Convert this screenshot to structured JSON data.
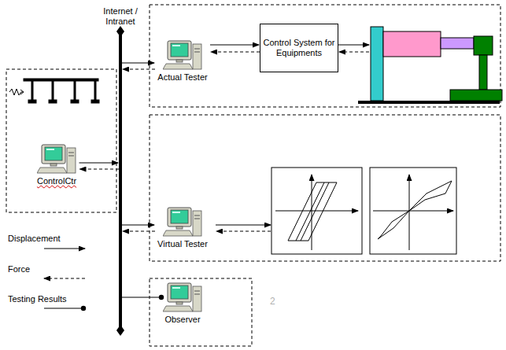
{
  "diagram": {
    "nodes": [
      {
        "text": [
          "Internet / Intranet"
        ]
      },
      {
        "text": [
          "ControlCtr"
        ]
      },
      {
        "text": [
          "Actual Tester"
        ]
      },
      {
        "text": [
          "Control System for Equipments"
        ]
      },
      {
        "text": [
          "Virtual Tester"
        ]
      },
      {
        "text": [
          "Observer"
        ]
      }
    ],
    "edges": [
      {
        "from": 1,
        "to": 0,
        "arrow": "to"
      },
      {
        "from": 0,
        "to": 1,
        "arrow": "to"
      },
      {
        "from": 0,
        "to": 2,
        "arrow": "to"
      },
      {
        "from": 2,
        "to": 0,
        "arrow": "to"
      },
      {
        "from": 2,
        "to": 3,
        "arrow": "to"
      },
      {
        "from": 3,
        "to": 2,
        "arrow": "to"
      },
      {
        "from": 0,
        "to": 4,
        "arrow": "to"
      },
      {
        "from": 4,
        "to": 0,
        "arrow": "to"
      },
      {
        "from": 0,
        "to": 5,
        "arrow": "to"
      }
    ],
    "labels": [
      "2"
    ],
    "legend": [
      {
        "text": "Displacement"
      },
      {
        "text": "Force"
      },
      {
        "text": "Testing Results"
      }
    ]
  }
}
